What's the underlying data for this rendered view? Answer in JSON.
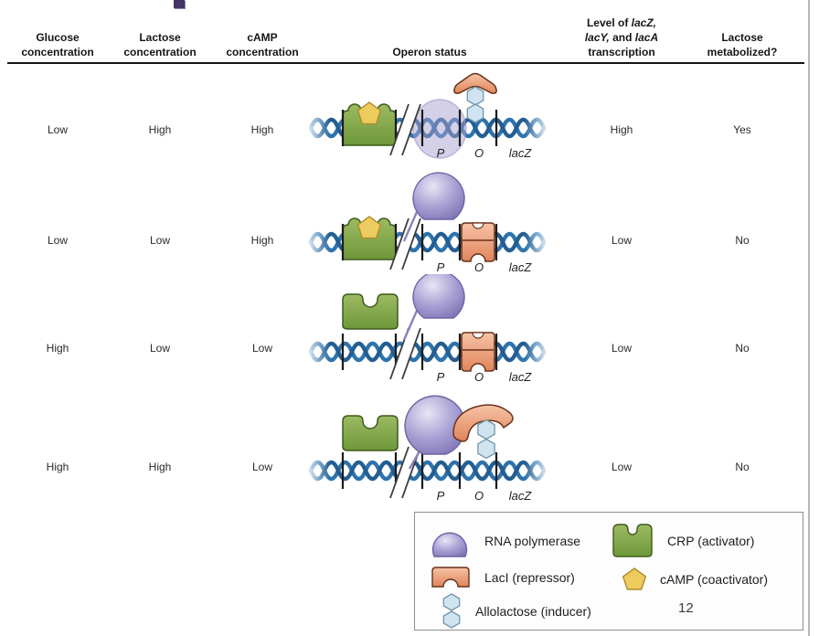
{
  "colors": {
    "dna": "#2e73ac",
    "dna_light": "#b9d2e6",
    "crp_green": "#7aa344",
    "camp_yellow": "#edcb5f",
    "polymerase_purple": "#8d85c1",
    "repressor_salmon": "#e8926c",
    "allolactose_blue": "#cfe3f1",
    "accent_purple": "#453364"
  },
  "table": {
    "headers": {
      "glucose": [
        "Glucose",
        "concentration"
      ],
      "lactose": [
        "Lactose",
        "concentration"
      ],
      "camp": [
        "cAMP",
        "concentration"
      ],
      "operon": "Operon status",
      "transcription": {
        "l1_pre": "Level of ",
        "l1_it": "lacZ,",
        "l2_it1": "lacY,",
        "l2_mid": " and ",
        "l2_it2": "lacA",
        "l3": "transcription"
      },
      "metabolized": [
        "Lactose",
        "metabolized?"
      ]
    },
    "rows": [
      {
        "glucose": "Low",
        "lactose": "High",
        "camp": "High",
        "transcription": "High",
        "metabolized": "Yes",
        "diagram": {
          "crp": "site",
          "camp_bound": true,
          "polymerase": "on-promoter",
          "repressor": "released-with-allolactose"
        }
      },
      {
        "glucose": "Low",
        "lactose": "Low",
        "camp": "High",
        "transcription": "Low",
        "metabolized": "No",
        "diagram": {
          "crp": "site",
          "camp_bound": true,
          "polymerase": "unbound",
          "repressor": "bound-at-operator"
        }
      },
      {
        "glucose": "High",
        "lactose": "Low",
        "camp": "Low",
        "transcription": "Low",
        "metabolized": "No",
        "diagram": {
          "crp": "float",
          "camp_bound": false,
          "polymerase": "unbound",
          "repressor": "bound-at-operator"
        }
      },
      {
        "glucose": "High",
        "lactose": "High",
        "camp": "Low",
        "transcription": "Low",
        "metabolized": "No",
        "diagram": {
          "crp": "float",
          "camp_bound": false,
          "polymerase": "unbound-near-promoter",
          "repressor": "released-with-allolactose"
        }
      }
    ]
  },
  "operon_labels": {
    "promoter": "P",
    "operator": "O",
    "gene": "lacZ"
  },
  "legend": {
    "items": [
      {
        "icon": "rna-polymerase",
        "label": "RNA polymerase"
      },
      {
        "icon": "laci-repressor",
        "label": "LacI (repressor)"
      },
      {
        "icon": "allolactose-inducer",
        "label": "Allolactose (inducer)"
      },
      {
        "icon": "crp-activator",
        "label": "CRP (activator)"
      },
      {
        "icon": "camp-coactivator",
        "label": "cAMP (coactivator)"
      }
    ],
    "page_number": "12"
  }
}
